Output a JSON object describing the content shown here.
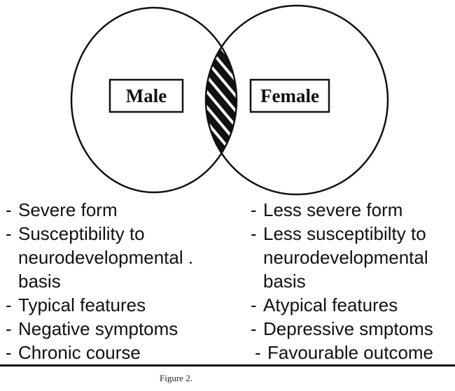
{
  "diagram": {
    "male_label": "Male",
    "female_label": "Female",
    "male_traits": [
      "Severe form",
      "Susceptibility to\nneurodevelopmental .\nbasis",
      "Typical features",
      "Negative symptoms",
      "Chronic course"
    ],
    "female_traits": [
      "Less severe form",
      "Less susceptibilty to\nneurodevelopmental\nbasis",
      "Atypical features",
      "Depressive smptoms",
      "Favourable outcome"
    ],
    "caption": "Figure 2."
  }
}
